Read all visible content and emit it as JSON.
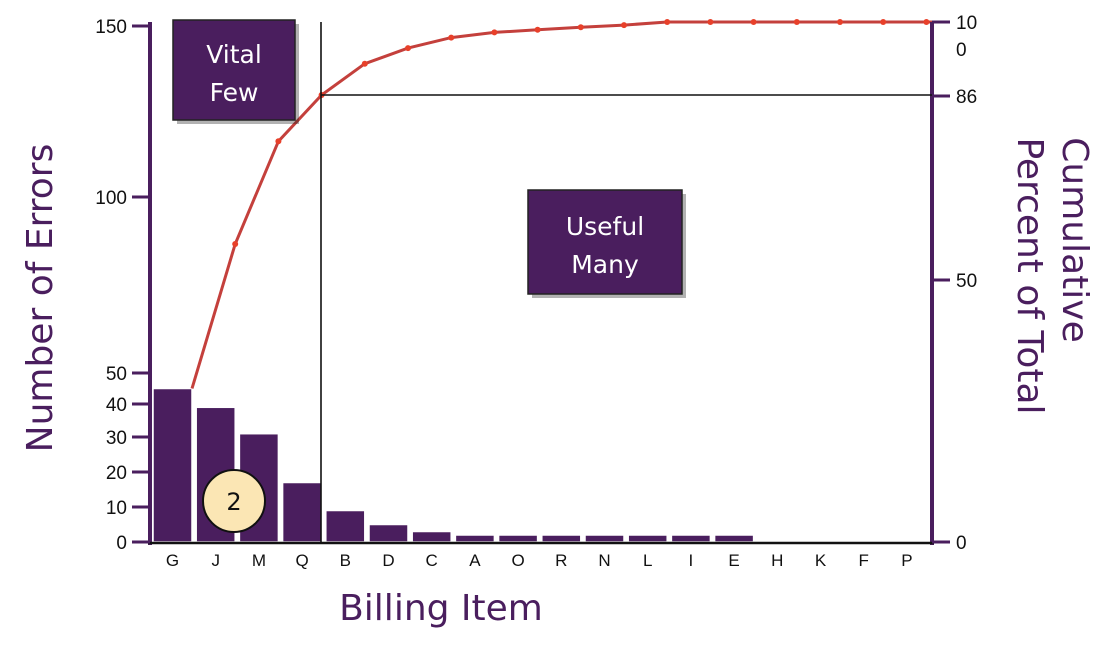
{
  "chart_data": {
    "type": "bar",
    "xlabel": "Billing Item",
    "ylabel": "Number of Errors",
    "y2label_line1": "Cumulative",
    "y2label_line2": "Percent of Total",
    "categories": [
      "G",
      "J",
      "M",
      "Q",
      "B",
      "D",
      "C",
      "A",
      "O",
      "R",
      "N",
      "L",
      "I",
      "E",
      "H",
      "K",
      "F",
      "P"
    ],
    "values": [
      45,
      39,
      31,
      17,
      9,
      5,
      3,
      2,
      2,
      2,
      2,
      2,
      2,
      2,
      0,
      0,
      0,
      0
    ],
    "cumulative_percent": [
      31,
      57,
      77,
      86,
      92,
      95,
      97,
      98,
      98.5,
      99,
      99.4,
      100,
      100,
      100,
      100,
      100,
      100,
      100
    ],
    "y_ticks": [
      "150",
      "100",
      "50",
      "40",
      "30",
      "20",
      "10",
      "0"
    ],
    "y2_ticks": [
      "10",
      "0",
      "86",
      "50",
      "0"
    ],
    "threshold_percent": 86,
    "annotations": {
      "vital_line1": "Vital",
      "vital_line2": "Few",
      "useful_line1": "Useful",
      "useful_line2": "Many",
      "badge": "2"
    },
    "colors": {
      "bar": "#4a1e5e",
      "axis": "#4a1e5e",
      "cumulative_line": "#c4403c",
      "cumulative_dot": "#e8402a",
      "annotation_box": "#4a1e5e",
      "badge_fill": "#fbe6b4"
    }
  }
}
